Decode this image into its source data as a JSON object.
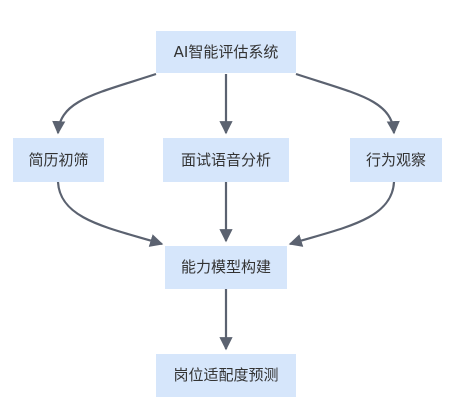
{
  "diagram": {
    "nodes": {
      "root": "AI智能评估系统",
      "resume": "简历初筛",
      "interview": "面试语音分析",
      "behavior": "行为观察",
      "model": "能力模型构建",
      "predict": "岗位适配度预测"
    },
    "edges": [
      {
        "from": "root",
        "to": "resume"
      },
      {
        "from": "root",
        "to": "interview"
      },
      {
        "from": "root",
        "to": "behavior"
      },
      {
        "from": "resume",
        "to": "model"
      },
      {
        "from": "interview",
        "to": "model"
      },
      {
        "from": "behavior",
        "to": "model"
      },
      {
        "from": "model",
        "to": "predict"
      }
    ],
    "colors": {
      "node_fill": "#d6e6fb",
      "edge": "#5b6270",
      "text": "#333333"
    }
  }
}
